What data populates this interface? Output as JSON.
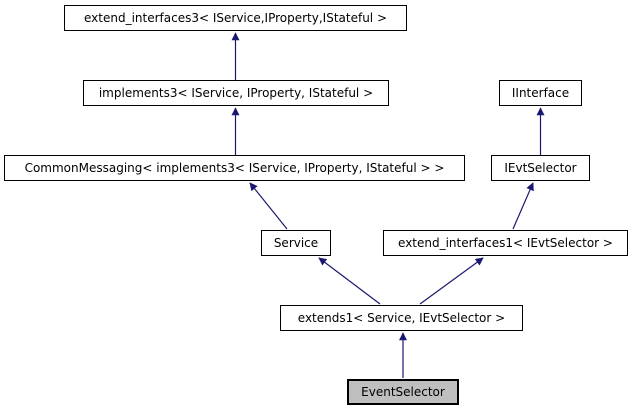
{
  "diagram": {
    "type": "inheritance-graph",
    "direction": "child-to-parent-upward"
  },
  "colors": {
    "background_color": "#ffffff",
    "arrow_color": "#191970",
    "node_border_color": "#000000",
    "node_fill_color": "#ffffff",
    "node_text_color": "#000000",
    "highlight_fill_color": "#bfbfbf"
  },
  "nodes": [
    {
      "id": "extend_interfaces3",
      "label": "extend_interfaces3< IService,IProperty,IStateful >",
      "highlighted": false
    },
    {
      "id": "implements3",
      "label": "implements3< IService, IProperty, IStateful >",
      "highlighted": false
    },
    {
      "id": "CommonMessaging",
      "label": "CommonMessaging< implements3< IService, IProperty, IStateful > >",
      "highlighted": false
    },
    {
      "id": "Service",
      "label": "Service",
      "highlighted": false
    },
    {
      "id": "IInterface",
      "label": "IInterface",
      "highlighted": false
    },
    {
      "id": "IEvtSelector",
      "label": "IEvtSelector",
      "highlighted": false
    },
    {
      "id": "extend_interfaces1",
      "label": "extend_interfaces1< IEvtSelector >",
      "highlighted": false
    },
    {
      "id": "extends1",
      "label": "extends1< Service, IEvtSelector >",
      "highlighted": false
    },
    {
      "id": "EventSelector",
      "label": "EventSelector",
      "highlighted": true
    }
  ],
  "edges": [
    {
      "from": "implements3",
      "to": "extend_interfaces3"
    },
    {
      "from": "CommonMessaging",
      "to": "implements3"
    },
    {
      "from": "Service",
      "to": "CommonMessaging"
    },
    {
      "from": "IEvtSelector",
      "to": "IInterface"
    },
    {
      "from": "extend_interfaces1",
      "to": "IEvtSelector"
    },
    {
      "from": "extends1",
      "to": "Service"
    },
    {
      "from": "extends1",
      "to": "extend_interfaces1"
    },
    {
      "from": "EventSelector",
      "to": "extends1"
    }
  ]
}
